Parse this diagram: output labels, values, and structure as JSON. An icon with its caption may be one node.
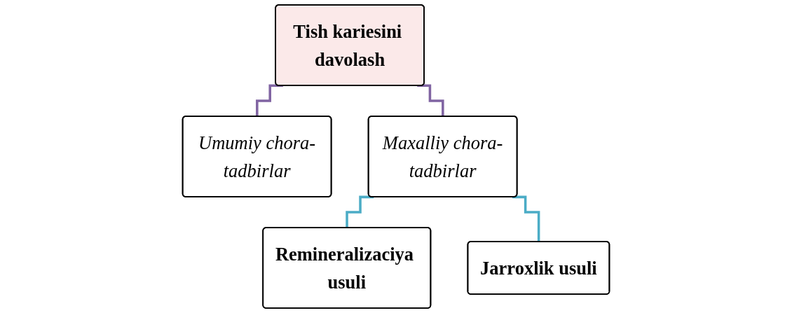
{
  "diagram": {
    "nodes": [
      {
        "text": [
          "Tish kariesini davolash"
        ]
      },
      {
        "text": [
          "Umumiy chora-tadbirlar"
        ]
      },
      {
        "text": [
          "Maxalliy chora-tadbirlar"
        ]
      },
      {
        "text": [
          "Remineralizaciya usuli"
        ]
      },
      {
        "text": [
          "Jarroxlik usuli"
        ]
      }
    ],
    "edges": [
      {
        "from": 0,
        "to": 1,
        "arrow": "none",
        "color": "#8064a2"
      },
      {
        "from": 0,
        "to": 2,
        "arrow": "none",
        "color": "#8064a2"
      },
      {
        "from": 2,
        "to": 3,
        "arrow": "none",
        "color": "#4bacc6"
      },
      {
        "from": 2,
        "to": 4,
        "arrow": "none",
        "color": "#4bacc6"
      }
    ]
  }
}
